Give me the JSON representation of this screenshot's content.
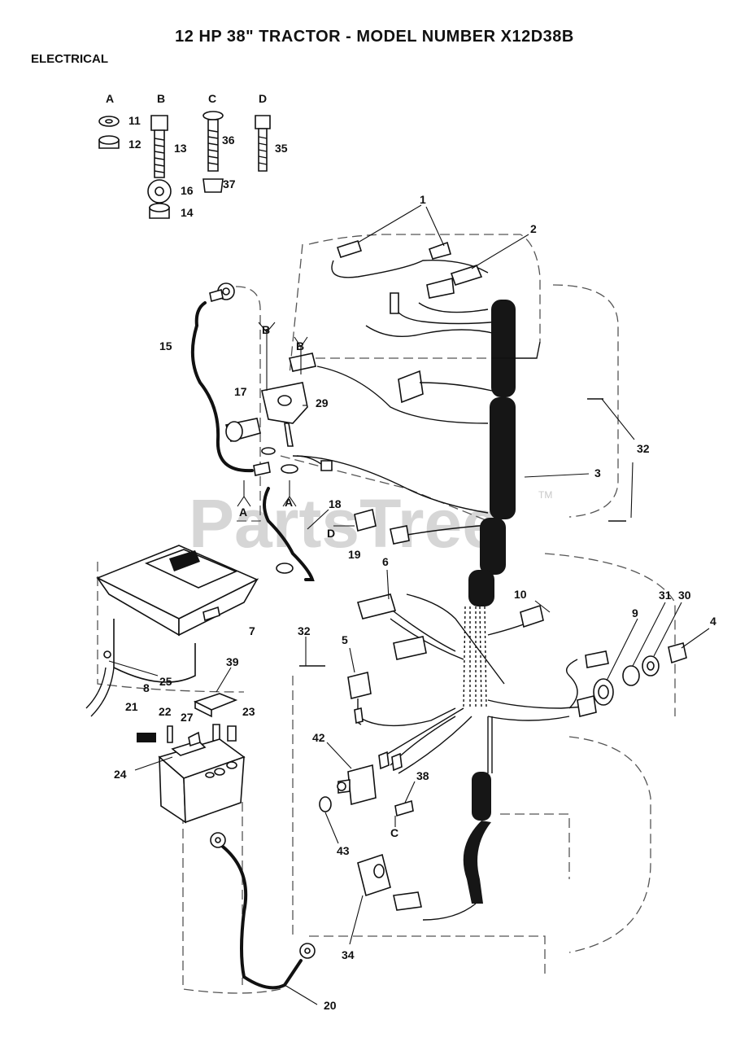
{
  "header": {
    "title": "12 HP 38\" TRACTOR - MODEL NUMBER X12D38B",
    "section": "ELECTRICAL"
  },
  "watermark": {
    "text": "PartsTree",
    "trademark": "TM"
  },
  "hardware": {
    "groups": [
      "A",
      "B",
      "C",
      "D"
    ],
    "callouts": [
      "11",
      "12",
      "13",
      "16",
      "14",
      "36",
      "37",
      "35"
    ]
  },
  "reference_letters": [
    "B",
    "B",
    "A",
    "A",
    "D",
    "C"
  ],
  "callouts": [
    "1",
    "2",
    "3",
    "4",
    "5",
    "6",
    "7",
    "8",
    "9",
    "10",
    "15",
    "17",
    "18",
    "19",
    "20",
    "21",
    "22",
    "23",
    "24",
    "25",
    "27",
    "29",
    "30",
    "31",
    "32",
    "32",
    "34",
    "38",
    "39",
    "42",
    "43"
  ],
  "colors": {
    "ink": "#111111",
    "outline": "#555555",
    "watermark": "#d6d6d6",
    "background": "#ffffff"
  }
}
